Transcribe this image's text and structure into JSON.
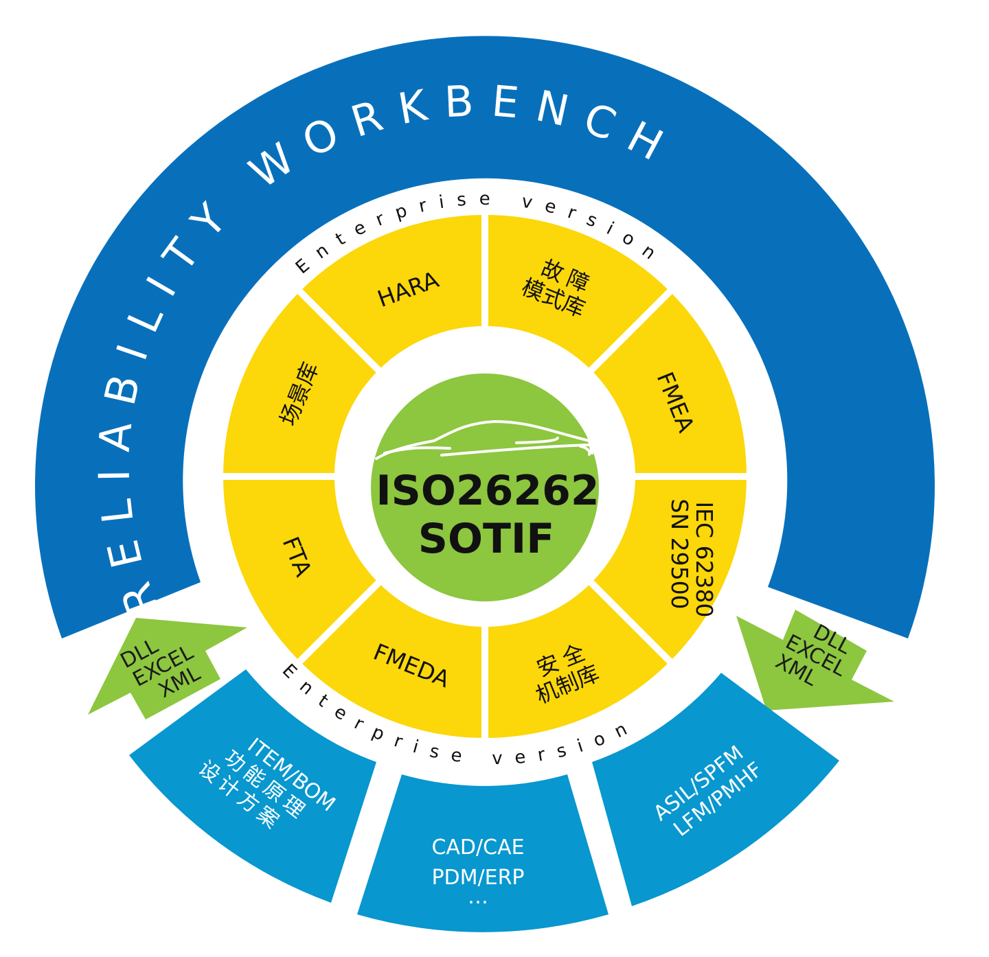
{
  "title": "RELIABILITY WORKBENCH",
  "ring_caption_top": "Enterprise version",
  "ring_caption_bottom": "Enterprise version",
  "center": {
    "line1": "ISO26262",
    "line2": "SOTIF",
    "icon": "car-outline-icon"
  },
  "modules": {
    "hara": "HARA",
    "failure_mode_lib": [
      "故障",
      "模式库"
    ],
    "fmea": "FMEA",
    "standards": [
      "IEC 62380",
      "SN 29500"
    ],
    "safety_mechanism_lib": [
      "安全",
      "机制库"
    ],
    "fmeda": "FMEDA",
    "fta": "FTA",
    "scenario_lib": "场景库"
  },
  "arrows": {
    "left": [
      "DLL",
      "EXCEL",
      "XML"
    ],
    "right": [
      "DLL",
      "EXCEL",
      "XML"
    ]
  },
  "inputs": {
    "left": [
      "ITEM/BOM",
      "功能原理",
      "设计方案"
    ],
    "middle": [
      "CAD/CAE",
      "PDM/ERP",
      "…"
    ],
    "right": [
      "ASIL/SPFM",
      "LFM/PMHF"
    ]
  },
  "colors": {
    "dark_blue": "#0870BB",
    "light_blue": "#0897CF",
    "yellow": "#FCD70A",
    "green": "#8DC63F"
  }
}
